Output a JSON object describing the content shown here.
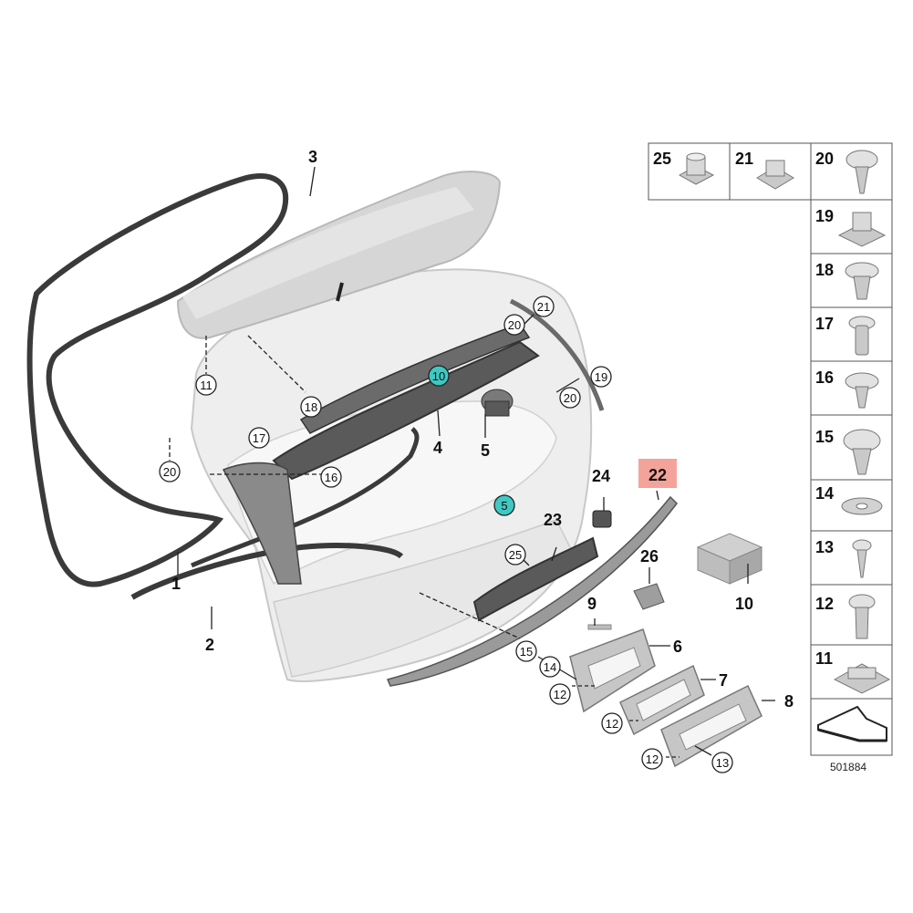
{
  "diagram": {
    "doc_id": "501884",
    "colors": {
      "highlight_box": "#f4a39a",
      "teal_callout": "#3ec9c2",
      "part_gray": "#cfcfcf",
      "dark_part": "#555555",
      "line": "#222222"
    },
    "plain_labels": [
      {
        "id": "p3",
        "text": "3"
      },
      {
        "id": "p4",
        "text": "4"
      },
      {
        "id": "p5",
        "text": "5"
      },
      {
        "id": "p1",
        "text": "1"
      },
      {
        "id": "p2",
        "text": "2"
      },
      {
        "id": "p24",
        "text": "24"
      },
      {
        "id": "p23",
        "text": "23"
      },
      {
        "id": "p26",
        "text": "26"
      },
      {
        "id": "p10",
        "text": "10"
      },
      {
        "id": "p9",
        "text": "9"
      },
      {
        "id": "p6",
        "text": "6"
      },
      {
        "id": "p7",
        "text": "7"
      },
      {
        "id": "p8",
        "text": "8"
      }
    ],
    "highlight_label": "22",
    "circled_labels": [
      {
        "id": "c21",
        "text": "21"
      },
      {
        "id": "c20a",
        "text": "20"
      },
      {
        "id": "c11",
        "text": "11"
      },
      {
        "id": "c18",
        "text": "18"
      },
      {
        "id": "c19",
        "text": "19"
      },
      {
        "id": "c20b",
        "text": "20"
      },
      {
        "id": "c17",
        "text": "17"
      },
      {
        "id": "c20c",
        "text": "20"
      },
      {
        "id": "c16",
        "text": "16"
      },
      {
        "id": "c25",
        "text": "25"
      },
      {
        "id": "c15",
        "text": "15"
      },
      {
        "id": "c14",
        "text": "14"
      },
      {
        "id": "c12a",
        "text": "12"
      },
      {
        "id": "c12b",
        "text": "12"
      },
      {
        "id": "c12c",
        "text": "12"
      },
      {
        "id": "c13",
        "text": "13"
      }
    ],
    "teal_labels": [
      {
        "id": "t10",
        "text": "10"
      },
      {
        "id": "t5",
        "text": "5"
      }
    ],
    "fastener_table": {
      "top_row": [
        "25",
        "21",
        "20"
      ],
      "column": [
        "19",
        "18",
        "17",
        "16",
        "15",
        "14",
        "13",
        "12",
        "11"
      ]
    }
  }
}
